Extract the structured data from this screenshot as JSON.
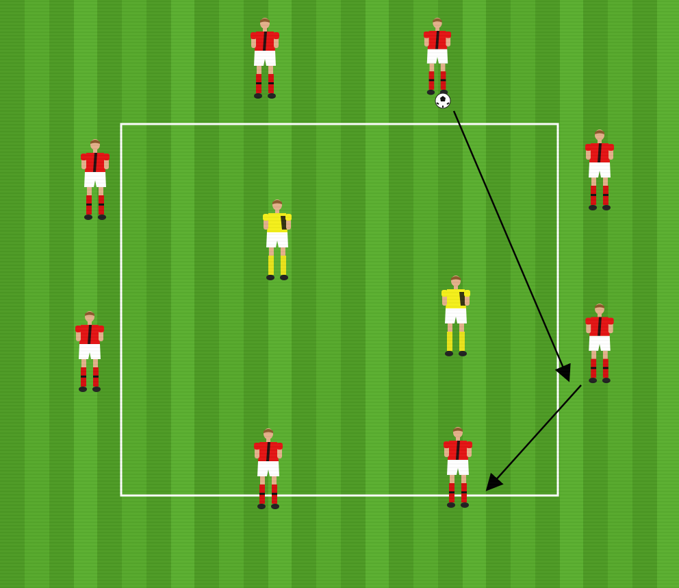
{
  "colors": {
    "pitch_dark": "#4c9a24",
    "pitch_light": "#5aae2f",
    "grid_line": "#ffffff",
    "red_team_shirt": "#e41313",
    "red_team_shorts": "#ffffff",
    "red_team_socks": "#d40f0f",
    "yellow_team_shirt": "#f4ef1a",
    "yellow_team_shorts": "#ffffff",
    "yellow_team_socks": "#e9e21a",
    "skin": "#e3b08a",
    "arrow": "#000000"
  },
  "players": [
    {
      "team": "red",
      "role": "outside",
      "id": "red-top-left"
    },
    {
      "team": "red",
      "role": "outside-with-ball",
      "id": "red-top-right"
    },
    {
      "team": "red",
      "role": "outside",
      "id": "red-left-upper"
    },
    {
      "team": "red",
      "role": "outside",
      "id": "red-right-upper"
    },
    {
      "team": "red",
      "role": "outside",
      "id": "red-left-lower"
    },
    {
      "team": "red",
      "role": "outside-receiver",
      "id": "red-right-lower"
    },
    {
      "team": "red",
      "role": "outside",
      "id": "red-bottom-left"
    },
    {
      "team": "red",
      "role": "outside-receiver",
      "id": "red-bottom-right"
    },
    {
      "team": "yellow",
      "role": "inside-defender",
      "id": "yellow-upper"
    },
    {
      "team": "yellow",
      "role": "inside-defender",
      "id": "yellow-lower"
    }
  ],
  "passes": [
    {
      "from": "red-top-right",
      "to": "red-right-lower",
      "icon": "pass-arrow"
    },
    {
      "from": "red-right-lower",
      "to": "red-bottom-right",
      "icon": "pass-arrow"
    }
  ],
  "ball": {
    "icon": "soccer-ball-icon",
    "held_by": "red-top-right"
  }
}
